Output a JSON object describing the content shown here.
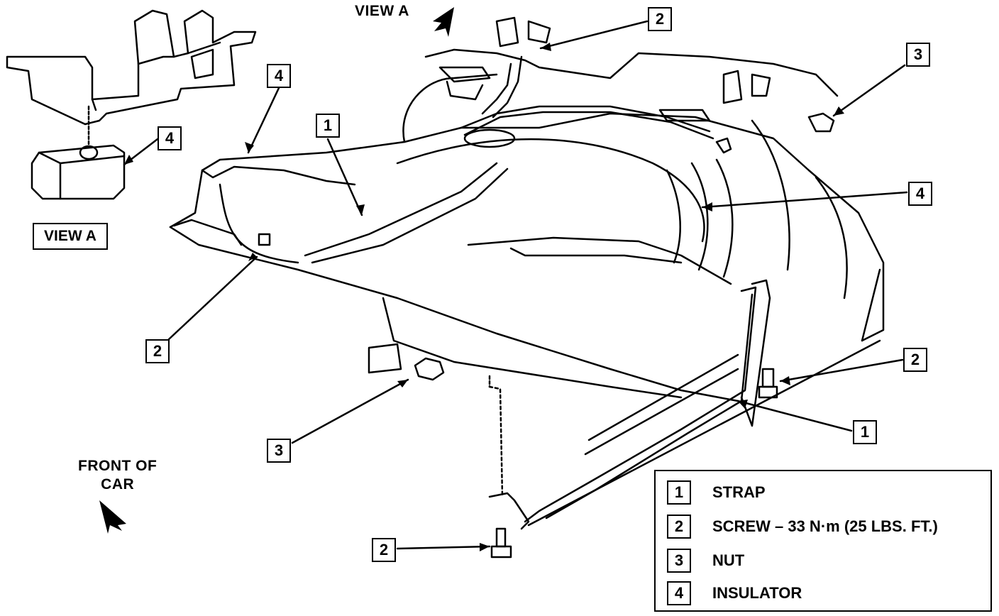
{
  "view_a_label": "VIEW A",
  "view_a_boxed_label": "VIEW A",
  "front_of_car_label": "FRONT OF\nCAR",
  "callouts": {
    "c1": "1",
    "c2": "1",
    "c3": "2",
    "c4": "2",
    "c5": "2",
    "c6": "2",
    "c7": "3",
    "c8": "3",
    "c9": "4",
    "c10": "4",
    "c11": "4"
  },
  "legend": [
    {
      "num": "1",
      "text": "STRAP"
    },
    {
      "num": "2",
      "text": "SCREW – 33 N·m (25 LBS. FT.)"
    },
    {
      "num": "3",
      "text": "NUT"
    },
    {
      "num": "4",
      "text": "INSULATOR"
    }
  ],
  "colors": {
    "ink": "#000000",
    "paper": "#ffffff"
  }
}
